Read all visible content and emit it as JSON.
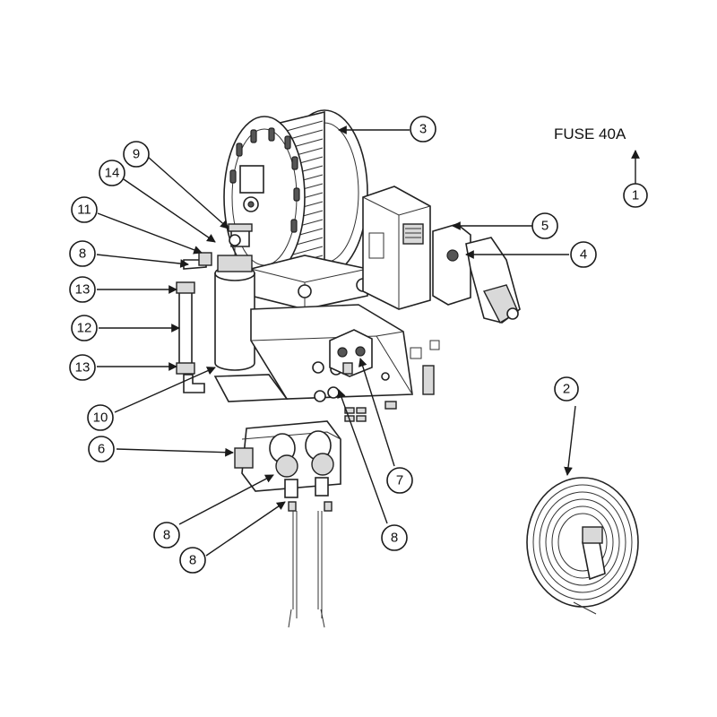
{
  "fuse_label": "FUSE 40A",
  "callouts": [
    {
      "label": "1"
    },
    {
      "label": "2"
    },
    {
      "label": "3"
    },
    {
      "label": "4"
    },
    {
      "label": "5"
    },
    {
      "label": "6"
    },
    {
      "label": "7"
    },
    {
      "label": "8"
    },
    {
      "label": "8"
    },
    {
      "label": "8"
    },
    {
      "label": "8"
    },
    {
      "label": "9"
    },
    {
      "label": "10"
    },
    {
      "label": "11"
    },
    {
      "label": "12"
    },
    {
      "label": "13"
    },
    {
      "label": "13"
    },
    {
      "label": "14"
    }
  ],
  "colors": {
    "line": "#1a1a1a",
    "background": "#ffffff"
  }
}
